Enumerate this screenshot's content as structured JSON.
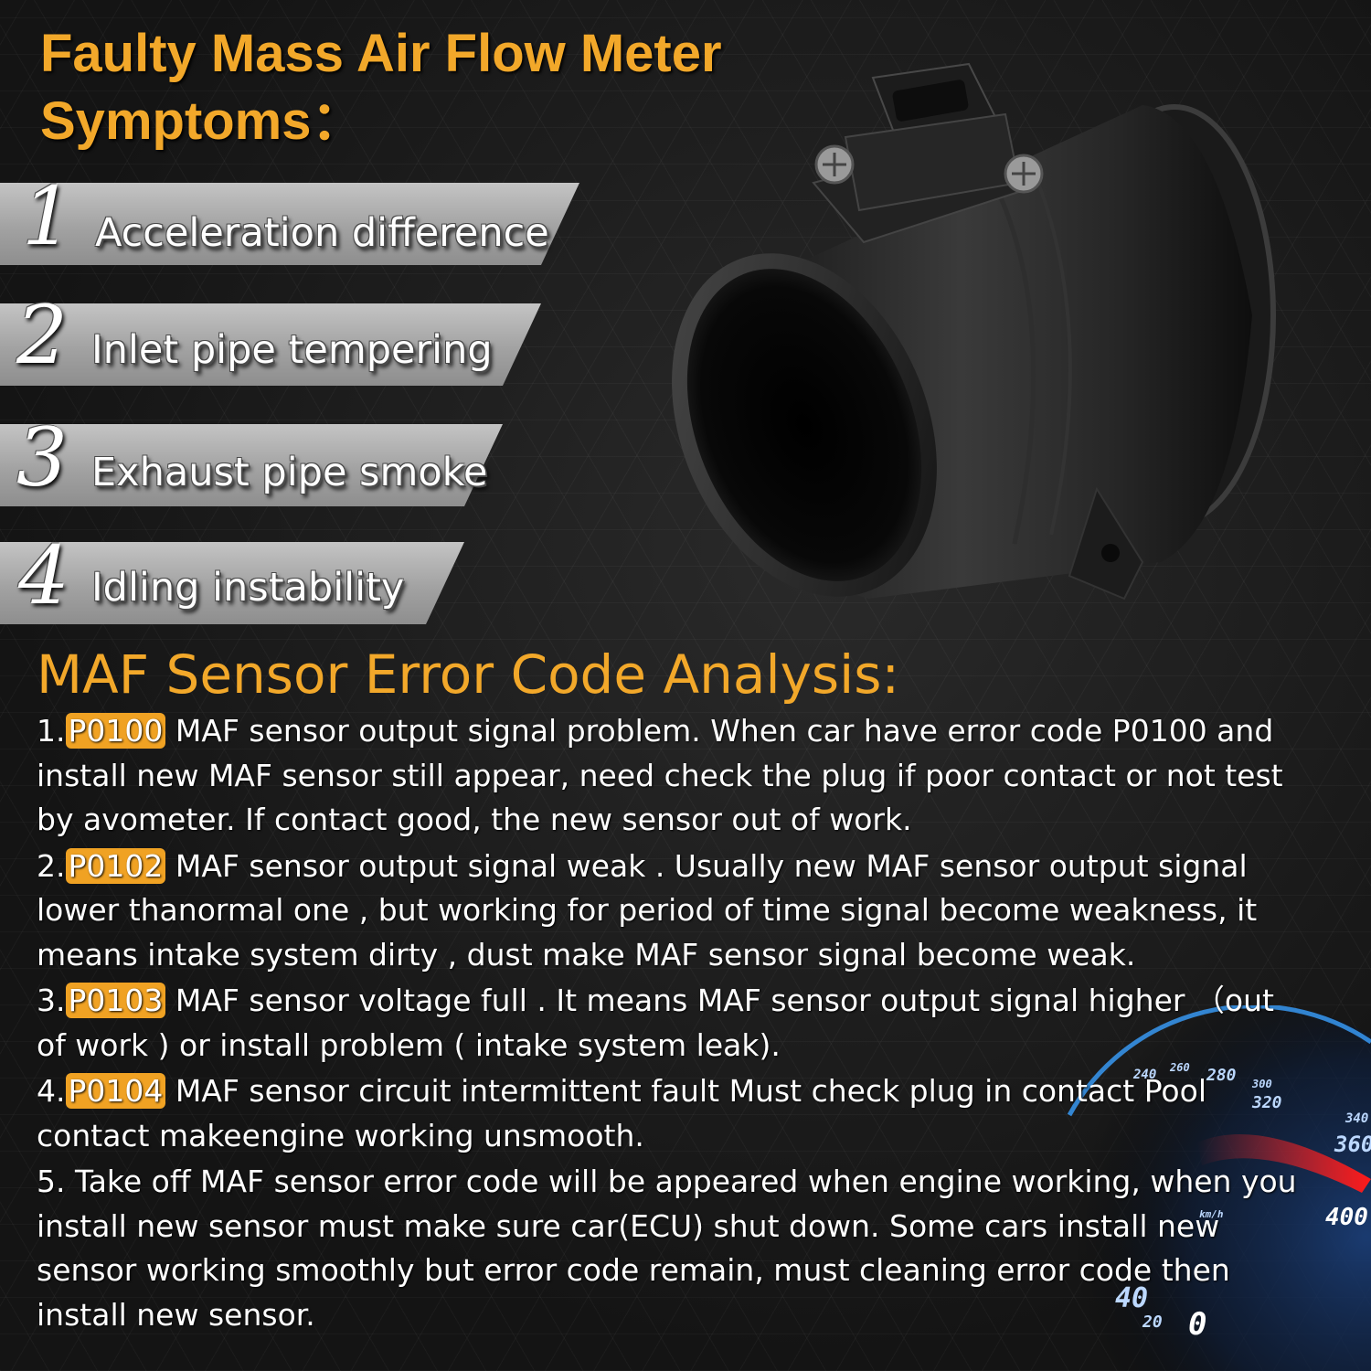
{
  "title": {
    "line1": "Faulty Mass Air Flow Meter",
    "line2": "Symptoms："
  },
  "symptoms": [
    {
      "number": "1",
      "label": "Acceleration difference"
    },
    {
      "number": "2",
      "label": "Inlet pipe tempering"
    },
    {
      "number": "3",
      "label": "Exhaust pipe smoke"
    },
    {
      "number": "4",
      "label": "Idling instability"
    }
  ],
  "analysis": {
    "title": "MAF Sensor Error Code Analysis:",
    "items": [
      {
        "prefix": "1.",
        "code": "P0100",
        "text": "MAF sensor output signal problem. When car have error code P0100 and install new MAF sensor still appear, need check the plug if poor contact or not test by avometer. If contact good, the new sensor out of work."
      },
      {
        "prefix": "2.",
        "code": "P0102",
        "text": "MAF sensor output signal weak . Usually new MAF sensor output signal lower thanormal one , but working for period of time signal become weakness, it means intake system dirty , dust make MAF sensor signal become weak."
      },
      {
        "prefix": "3.",
        "code": "P0103",
        "text": "MAF sensor voltage full . It means MAF sensor output signal higher （out of work ) or install problem ( intake system leak)."
      },
      {
        "prefix": "4.",
        "code": "P0104",
        "text": "MAF sensor circuit intermittent fault Must check plug in contact Pool contact makeengine working unsmooth."
      },
      {
        "prefix": "5.",
        "code": "",
        "text": "Take off MAF sensor error code will be appeared when engine working, when you install new sensor must make sure car(ECU) shut down. Some cars install new sensor working smoothly but error code remain, must cleaning error code then install new sensor."
      }
    ]
  },
  "speedometer": {
    "ticks": [
      "240",
      "260",
      "280",
      "300",
      "320",
      "340",
      "360",
      "400"
    ],
    "unit": "km/h",
    "readout": [
      "40",
      "20",
      "0"
    ]
  },
  "colors": {
    "accent": "#f2a82a",
    "code_highlight": "#f0a223",
    "band_gray": "#b0b0b0",
    "background": "#151515",
    "needle": "#e0141e",
    "gauge_blue": "#3aa0ff"
  }
}
